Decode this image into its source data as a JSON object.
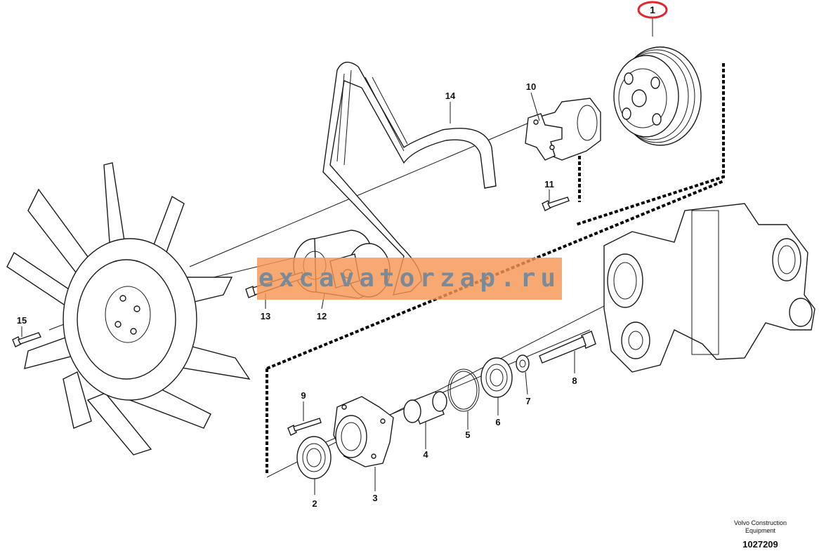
{
  "diagram": {
    "callouts": [
      {
        "label": "1",
        "highlighted": true
      },
      {
        "label": "2"
      },
      {
        "label": "3"
      },
      {
        "label": "4"
      },
      {
        "label": "5"
      },
      {
        "label": "6"
      },
      {
        "label": "7"
      },
      {
        "label": "8"
      },
      {
        "label": "9"
      },
      {
        "label": "10"
      },
      {
        "label": "11"
      },
      {
        "label": "12"
      },
      {
        "label": "13"
      },
      {
        "label": "14"
      },
      {
        "label": "15"
      }
    ],
    "highlight_color": "#e3262c"
  },
  "watermark": {
    "text": "excavatorzap.ru",
    "band_color": "#f69653",
    "text_color": "#7a8a99"
  },
  "credit": {
    "line1": "Volvo Construction",
    "line2": "Equipment",
    "drawing_number": "1027209"
  }
}
